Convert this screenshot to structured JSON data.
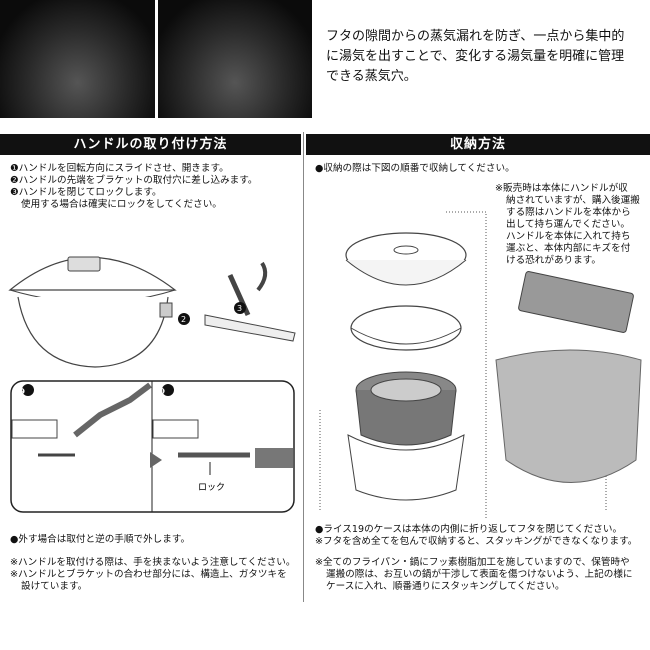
{
  "intro": {
    "lines": [
      "フタの隙間からの蒸気漏れを防ぎ、一点から集中的",
      "に湯気を出すことで、変化する湯気量を明確に管理",
      "できる蒸気穴。"
    ]
  },
  "handle_section": {
    "title": "ハンドルの取り付け方法",
    "steps": [
      "❶ハンドルを回転方向にスライドさせ、開きます。",
      "❷ハンドルの先端をブラケットの取付穴に差し込みます。",
      "❸ハンドルを閉じてロックします。",
      "使用する場合は確実にロックをしてください。"
    ],
    "figure_labels": {
      "step2": "❷",
      "step3": "❸",
      "lock": "ロック"
    },
    "remove_note": "●外す場合は取付と逆の手順で外します。",
    "notes": [
      "※ハンドルを取付ける際は、手を挟まないよう注意してください。",
      "※ハンドルとブラケットの合わせ部分には、構造上、ガタツキを",
      "設けています。"
    ]
  },
  "storage_section": {
    "title": "収納方法",
    "intro": "●収納の際は下図の順番で収納してください。",
    "side_note": [
      "※販売時は本体にハンドルが収",
      "納されていますが、購入後運搬",
      "する際はハンドルを本体から",
      "出して持ち運んでください。",
      "ハンドルを本体に入れて持ち",
      "運ぶと、本体内部にキズを付",
      "ける恐れがあります。"
    ],
    "case_note": "●ライス19のケースは本体の内側に折り返してフタを閉じてください。",
    "case_warning": "※フタを含め全てを包んで収納すると、スタッキングができなくなります。",
    "coating_note": [
      "※全てのフライパン・鍋にフッ素樹脂加工を施していますので、保管時や",
      "運搬の際は、お互いの鍋が干渉して表面を傷つけないよう、上記の様に",
      "ケースに入れ、順番通りにスタッキングしてください。"
    ]
  }
}
